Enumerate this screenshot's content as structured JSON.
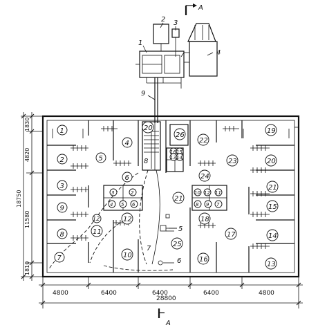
{
  "equipment_labels": [
    "1",
    "2",
    "3",
    "4"
  ],
  "pipe_label": "9",
  "section_marks": {
    "top": "A",
    "bottom": "A"
  },
  "dimensions": {
    "bottom_segments": [
      "4800",
      "6400",
      "6400",
      "6400",
      "4800"
    ],
    "bottom_total": "28800",
    "left_segments": [
      "1830",
      "4820",
      "11580",
      "1810"
    ],
    "left_total": "18750"
  },
  "rooms_circled": [
    "1",
    "2",
    "3",
    "9",
    "8",
    "7",
    "4",
    "5",
    "6",
    "10",
    "11",
    "12",
    "20",
    "26",
    "22",
    "23",
    "24",
    "21",
    "18",
    "17",
    "16",
    "25",
    "19",
    "20",
    "21",
    "15",
    "14",
    "13",
    "16",
    "15",
    "14",
    "13",
    "12",
    "11",
    "10",
    "8",
    "9",
    "7",
    "3",
    "2",
    "4",
    "5",
    "6",
    "12"
  ],
  "plain_labels": [
    "5",
    "6",
    "7",
    "8"
  ]
}
